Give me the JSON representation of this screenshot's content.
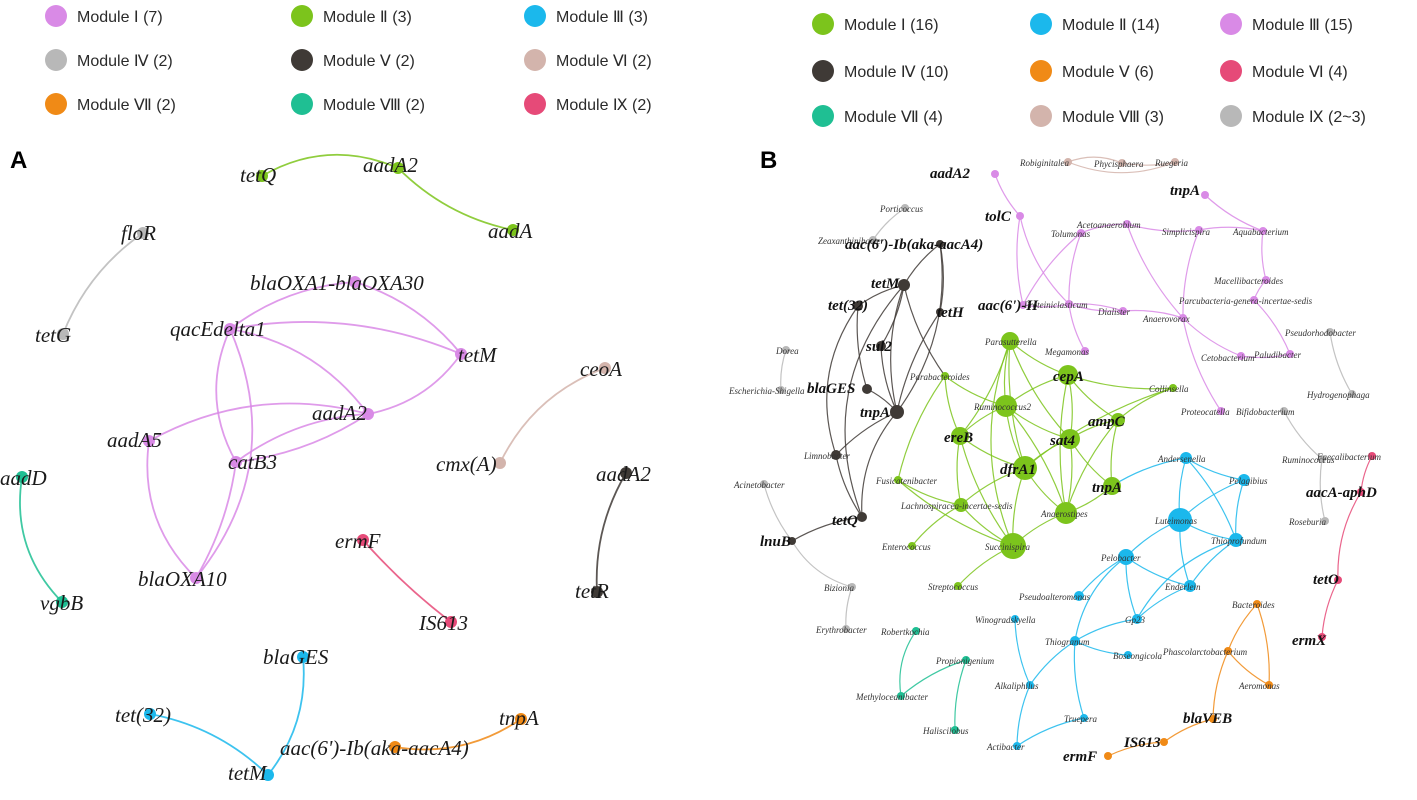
{
  "colors": {
    "purple": "#d98ae6",
    "green": "#7cc41c",
    "cyan": "#1bb8ec",
    "gray": "#b8b8b8",
    "dark": "#3f3a36",
    "pinkbrown": "#d3b4ac",
    "orange": "#f08a16",
    "teal": "#1fbf93",
    "crimson": "#e64a78"
  },
  "panels": {
    "A": {
      "letter": "A",
      "legend": [
        {
          "label": "Module Ⅰ  (7)",
          "color": "purple"
        },
        {
          "label": "Module Ⅱ  (3)",
          "color": "green"
        },
        {
          "label": "Module Ⅲ  (3)",
          "color": "cyan"
        },
        {
          "label": "Module Ⅳ  (2)",
          "color": "gray"
        },
        {
          "label": "Module Ⅴ  (2)",
          "color": "dark"
        },
        {
          "label": "Module Ⅵ  (2)",
          "color": "pinkbrown"
        },
        {
          "label": "Module Ⅶ  (2)",
          "color": "orange"
        },
        {
          "label": "Module Ⅷ  (2)",
          "color": "teal"
        },
        {
          "label": "Module Ⅸ  (2)",
          "color": "crimson"
        }
      ],
      "nodes": [
        {
          "id": "a1",
          "label": "tetQ",
          "c": "green"
        },
        {
          "id": "a2",
          "label": "aadA2",
          "c": "green"
        },
        {
          "id": "a3",
          "label": "aadA",
          "c": "green"
        },
        {
          "id": "a4",
          "label": "floR",
          "c": "gray"
        },
        {
          "id": "a5",
          "label": "tetG",
          "c": "gray"
        },
        {
          "id": "a6",
          "label": "blaOXA1-blaOXA30",
          "c": "purple"
        },
        {
          "id": "a7",
          "label": "qacEdelta1",
          "c": "purple"
        },
        {
          "id": "a8",
          "label": "tetM",
          "c": "purple"
        },
        {
          "id": "a9",
          "label": "aadA2",
          "c": "purple"
        },
        {
          "id": "a10",
          "label": "aadA5",
          "c": "purple"
        },
        {
          "id": "a11",
          "label": "catB3",
          "c": "purple"
        },
        {
          "id": "a12",
          "label": "blaOXA10",
          "c": "purple"
        },
        {
          "id": "a13",
          "label": "ceoA",
          "c": "pinkbrown"
        },
        {
          "id": "a14",
          "label": "cmx(A)",
          "c": "pinkbrown"
        },
        {
          "id": "a15",
          "label": "aadA2",
          "c": "dark"
        },
        {
          "id": "a16",
          "label": "tetR",
          "c": "dark"
        },
        {
          "id": "a17",
          "label": "aadD",
          "c": "teal"
        },
        {
          "id": "a18",
          "label": "vgbB",
          "c": "teal"
        },
        {
          "id": "a19",
          "label": "ermF",
          "c": "crimson"
        },
        {
          "id": "a20",
          "label": "IS613",
          "c": "crimson"
        },
        {
          "id": "a21",
          "label": "blaGES",
          "c": "cyan"
        },
        {
          "id": "a22",
          "label": "tet(32)",
          "c": "cyan"
        },
        {
          "id": "a23",
          "label": "tetM",
          "c": "cyan"
        },
        {
          "id": "a24",
          "label": "aac(6')-Ib(aka-aacA4)",
          "c": "orange"
        },
        {
          "id": "a25",
          "label": "tnpA",
          "c": "orange"
        }
      ]
    },
    "B": {
      "letter": "B",
      "legend": [
        {
          "label": "Module Ⅰ  (16)",
          "color": "green"
        },
        {
          "label": "Module Ⅱ  (14)",
          "color": "cyan"
        },
        {
          "label": "Module Ⅲ  (15)",
          "color": "purple"
        },
        {
          "label": "Module Ⅳ  (10)",
          "color": "dark"
        },
        {
          "label": "Module Ⅴ  (6)",
          "color": "orange"
        },
        {
          "label": "Module Ⅵ   (4)",
          "color": "crimson"
        },
        {
          "label": "Module Ⅶ  (4)",
          "color": "teal"
        },
        {
          "label": "Module Ⅷ  (3)",
          "color": "pinkbrown"
        },
        {
          "label": "Module Ⅸ  (2~3)",
          "color": "gray"
        }
      ],
      "nodes": [
        {
          "id": "p1",
          "label": "Robiginitalea",
          "c": "pinkbrown"
        },
        {
          "id": "p2",
          "label": "Phycisphaera",
          "c": "pinkbrown"
        },
        {
          "id": "p3",
          "label": "Ruegeria",
          "c": "pinkbrown"
        },
        {
          "id": "b1",
          "label": "aadA2",
          "c": "purple",
          "g": 1
        },
        {
          "id": "b2",
          "label": "tolC",
          "c": "purple",
          "g": 1
        },
        {
          "id": "b3",
          "label": "aac(6')-II",
          "c": "purple",
          "g": 1
        },
        {
          "id": "b4",
          "label": "tnpA",
          "c": "purple",
          "g": 1
        },
        {
          "id": "b5",
          "label": "Tolumonas",
          "c": "purple"
        },
        {
          "id": "b6",
          "label": "Acetoanaerobium",
          "c": "purple"
        },
        {
          "id": "b7",
          "label": "Simplicispira",
          "c": "purple"
        },
        {
          "id": "b8",
          "label": "Aquabacterium",
          "c": "purple"
        },
        {
          "id": "b9",
          "label": "Macellibacteroides",
          "c": "purple"
        },
        {
          "id": "b10",
          "label": "Dialister",
          "c": "purple"
        },
        {
          "id": "b11",
          "label": "Parcubacteria-genera-incertae-sedis",
          "c": "purple"
        },
        {
          "id": "b12",
          "label": "Proteiniclasticum",
          "c": "purple"
        },
        {
          "id": "b13",
          "label": "Anaerovorax",
          "c": "purple"
        },
        {
          "id": "b14",
          "label": "Cetobacterium",
          "c": "purple"
        },
        {
          "id": "b15",
          "label": "Paludibacter",
          "c": "purple"
        },
        {
          "id": "b16",
          "label": "Proteocatella",
          "c": "purple"
        },
        {
          "id": "b17",
          "label": "Megamonas",
          "c": "purple"
        },
        {
          "id": "x1",
          "label": "Porticoccus",
          "c": "gray"
        },
        {
          "id": "x2",
          "label": "Zeaxanthinibacter",
          "c": "gray"
        },
        {
          "id": "x3",
          "label": "Pseudorhodobacter",
          "c": "gray"
        },
        {
          "id": "x4",
          "label": "Hydrogenophaga",
          "c": "gray"
        },
        {
          "id": "x5",
          "label": "Bifidobacterium",
          "c": "gray"
        },
        {
          "id": "x6",
          "label": "Ruminococcus",
          "c": "gray"
        },
        {
          "id": "x7",
          "label": "Roseburia",
          "c": "gray"
        },
        {
          "id": "x8",
          "label": "Dorea",
          "c": "gray"
        },
        {
          "id": "x9",
          "label": "Escherichia-Shigella",
          "c": "gray"
        },
        {
          "id": "x10",
          "label": "Acinetobacter",
          "c": "gray"
        },
        {
          "id": "x11",
          "label": "Bizionia",
          "c": "gray"
        },
        {
          "id": "x12",
          "label": "Erythrobacter",
          "c": "gray"
        },
        {
          "id": "d1",
          "label": "aac(6')-Ib(aka-aacA4)",
          "c": "dark",
          "g": 1
        },
        {
          "id": "d2",
          "label": "tetM",
          "c": "dark",
          "g": 1
        },
        {
          "id": "d3",
          "label": "tet(32)",
          "c": "dark",
          "g": 1
        },
        {
          "id": "d4",
          "label": "tetH",
          "c": "dark",
          "g": 1
        },
        {
          "id": "d5",
          "label": "sul2",
          "c": "dark",
          "g": 1
        },
        {
          "id": "d6",
          "label": "blaGES",
          "c": "dark",
          "g": 1
        },
        {
          "id": "d7",
          "label": "tnpA",
          "c": "dark",
          "g": 1
        },
        {
          "id": "d8",
          "label": "Limnobacter",
          "c": "dark"
        },
        {
          "id": "d9",
          "label": "tetQ",
          "c": "dark",
          "g": 1
        },
        {
          "id": "d10",
          "label": "lnuB",
          "c": "dark",
          "g": 1
        },
        {
          "id": "g1",
          "label": "Parasutterella",
          "c": "green"
        },
        {
          "id": "g2",
          "label": "Parabacteroides",
          "c": "green"
        },
        {
          "id": "g3",
          "label": "cepA",
          "c": "green",
          "g": 1
        },
        {
          "id": "g4",
          "label": "Ruminococcus2",
          "c": "green"
        },
        {
          "id": "g5",
          "label": "Collinsella",
          "c": "green"
        },
        {
          "id": "g6",
          "label": "ampC",
          "c": "green",
          "g": 1
        },
        {
          "id": "g7",
          "label": "ereB",
          "c": "green",
          "g": 1
        },
        {
          "id": "g8",
          "label": "sat4",
          "c": "green",
          "g": 1
        },
        {
          "id": "g9",
          "label": "dfrA1",
          "c": "green",
          "g": 1
        },
        {
          "id": "g10",
          "label": "Fusicatenibacter",
          "c": "green"
        },
        {
          "id": "g11",
          "label": "tnpA",
          "c": "green",
          "g": 1
        },
        {
          "id": "g12",
          "label": "Lachnospiracea-incertae-sedis",
          "c": "green"
        },
        {
          "id": "g13",
          "label": "Anaerostipes",
          "c": "green"
        },
        {
          "id": "g14",
          "label": "Enterococcus",
          "c": "green"
        },
        {
          "id": "g15",
          "label": "Succinispira",
          "c": "green"
        },
        {
          "id": "g16",
          "label": "Streptococcus",
          "c": "green"
        },
        {
          "id": "c1",
          "label": "Andersenella",
          "c": "cyan"
        },
        {
          "id": "c2",
          "label": "Pelagibius",
          "c": "cyan"
        },
        {
          "id": "c3",
          "label": "Luteimonas",
          "c": "cyan"
        },
        {
          "id": "c4",
          "label": "Thioprofundum",
          "c": "cyan"
        },
        {
          "id": "c5",
          "label": "Pelobacter",
          "c": "cyan"
        },
        {
          "id": "c6",
          "label": "Pseudoalteromonas",
          "c": "cyan"
        },
        {
          "id": "c7",
          "label": "Enderlein",
          "c": "cyan"
        },
        {
          "id": "c8",
          "label": "Gp23",
          "c": "cyan"
        },
        {
          "id": "c9",
          "label": "Winogradskyella",
          "c": "cyan"
        },
        {
          "id": "c10",
          "label": "Thiogranum",
          "c": "cyan"
        },
        {
          "id": "c11",
          "label": "Boseongicola",
          "c": "cyan"
        },
        {
          "id": "c12",
          "label": "Alkaliphilus",
          "c": "cyan"
        },
        {
          "id": "c13",
          "label": "Truepera",
          "c": "cyan"
        },
        {
          "id": "c14",
          "label": "Actibacter",
          "c": "cyan"
        },
        {
          "id": "t1",
          "label": "Robertkochia",
          "c": "teal"
        },
        {
          "id": "t2",
          "label": "Propionigenium",
          "c": "teal"
        },
        {
          "id": "t3",
          "label": "Methyloceanibacter",
          "c": "teal"
        },
        {
          "id": "t4",
          "label": "Haliscilobus",
          "c": "teal"
        },
        {
          "id": "o1",
          "label": "Bacteroides",
          "c": "orange"
        },
        {
          "id": "o2",
          "label": "Phascolarctobacterium",
          "c": "orange"
        },
        {
          "id": "o3",
          "label": "Aeromonas",
          "c": "orange"
        },
        {
          "id": "o4",
          "label": "blaVEB",
          "c": "orange",
          "g": 1
        },
        {
          "id": "o5",
          "label": "IS613",
          "c": "orange",
          "g": 1
        },
        {
          "id": "o6",
          "label": "ermF",
          "c": "orange",
          "g": 1
        },
        {
          "id": "r1",
          "label": "Faecalibacterium",
          "c": "crimson"
        },
        {
          "id": "r2",
          "label": "aacA-aphD",
          "c": "crimson",
          "g": 1
        },
        {
          "id": "r3",
          "label": "tetO",
          "c": "crimson",
          "g": 1
        },
        {
          "id": "r4",
          "label": "ermX",
          "c": "crimson",
          "g": 1
        }
      ]
    }
  }
}
